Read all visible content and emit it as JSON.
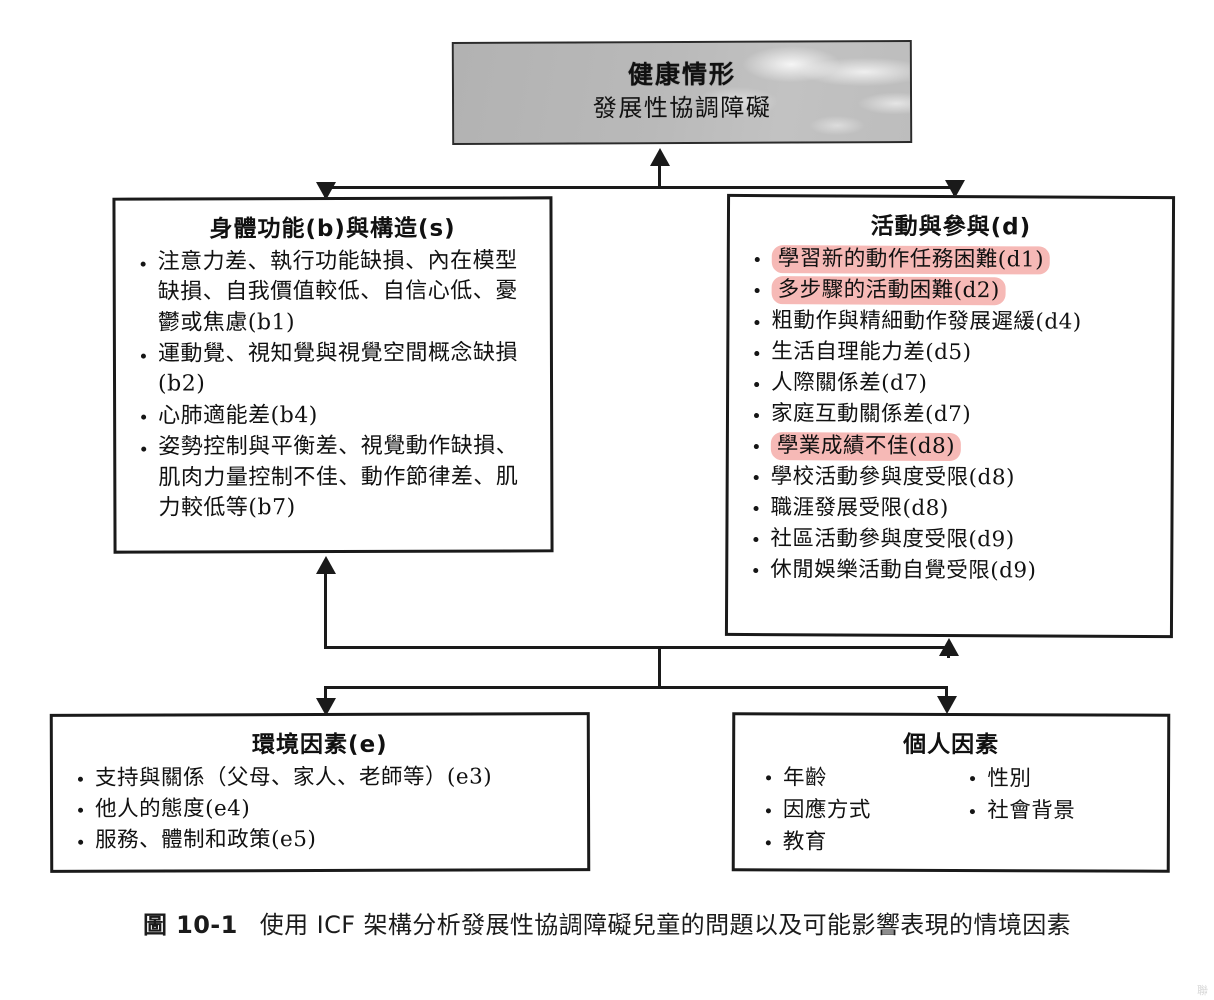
{
  "figure": {
    "caption_number": "圖 10-1",
    "caption_text": "使用 ICF 架構分析發展性協調障礙兒童的問題以及可能影響表現的情境因素",
    "highlight_color": "#f6b9b6",
    "box_fill_gray": "#b9b9b9",
    "line_color": "#1a1a1a"
  },
  "health_condition": {
    "title": "健康情形",
    "subtitle": "發展性協調障礙"
  },
  "body_functions": {
    "title": "身體功能(b)與構造(s)",
    "items": [
      {
        "text": "注意力差、執行功能缺損、內在模型缺損、自我價值較低、自信心低、憂鬱或焦慮(b1)",
        "highlight": false
      },
      {
        "text": "運動覺、視知覺與視覺空間概念缺損(b2)",
        "highlight": false
      },
      {
        "text": "心肺適能差(b4)",
        "highlight": false
      },
      {
        "text": "姿勢控制與平衡差、視覺動作缺損、肌肉力量控制不佳、動作節律差、肌力較低等(b7)",
        "highlight": false
      }
    ]
  },
  "activity_participation": {
    "title": "活動與參與(d)",
    "items": [
      {
        "text": "學習新的動作任務困難(d1)",
        "highlight": true
      },
      {
        "text": "多步驟的活動困難(d2)",
        "highlight": true
      },
      {
        "text": "粗動作與精細動作發展遲緩(d4)",
        "highlight": false
      },
      {
        "text": "生活自理能力差(d5)",
        "highlight": false
      },
      {
        "text": "人際關係差(d7)",
        "highlight": false
      },
      {
        "text": "家庭互動關係差(d7)",
        "highlight": false
      },
      {
        "text": "學業成績不佳(d8)",
        "highlight": true
      },
      {
        "text": "學校活動參與度受限(d8)",
        "highlight": false
      },
      {
        "text": "職涯發展受限(d8)",
        "highlight": false
      },
      {
        "text": "社區活動參與度受限(d9)",
        "highlight": false
      },
      {
        "text": "休閒娛樂活動自覺受限(d9)",
        "highlight": false
      }
    ]
  },
  "environmental_factors": {
    "title": "環境因素(e)",
    "items": [
      {
        "text": "支持與關係（父母、家人、老師等）(e3)",
        "highlight": false
      },
      {
        "text": "他人的態度(e4)",
        "highlight": false
      },
      {
        "text": "服務、體制和政策(e5)",
        "highlight": false
      }
    ]
  },
  "personal_factors": {
    "title": "個人因素",
    "column_left": [
      {
        "text": "年齡",
        "highlight": false
      },
      {
        "text": "因應方式",
        "highlight": false
      },
      {
        "text": "教育",
        "highlight": false
      }
    ],
    "column_right": [
      {
        "text": "性別",
        "highlight": false
      },
      {
        "text": "社會背景",
        "highlight": false
      }
    ]
  },
  "page_mark": "聯"
}
